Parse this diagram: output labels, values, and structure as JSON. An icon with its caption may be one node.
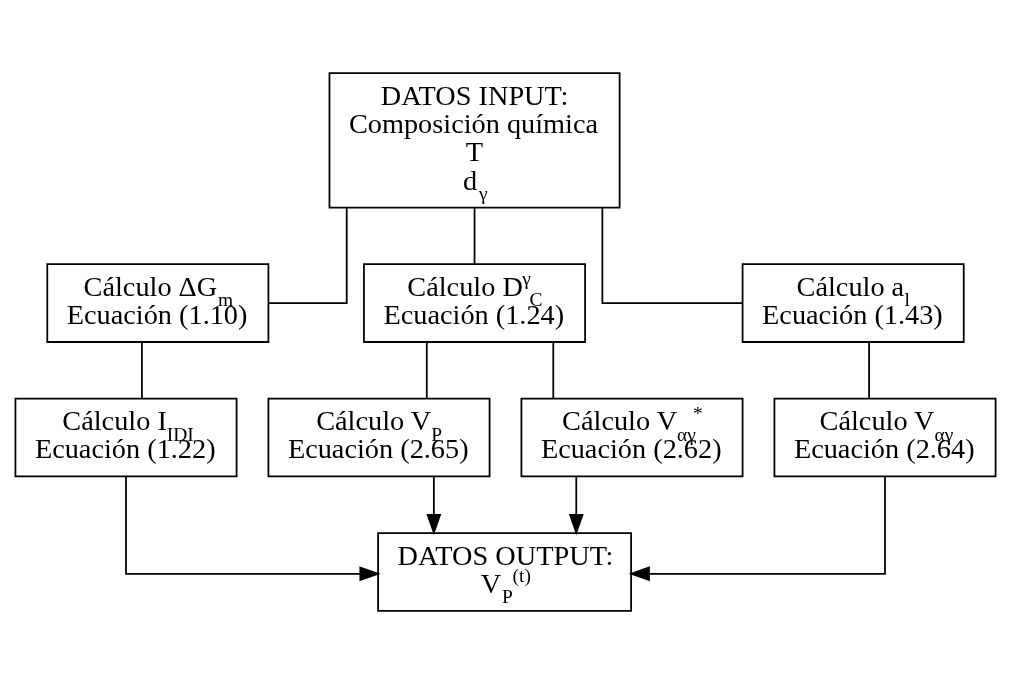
{
  "diagram": {
    "nodes": [
      {
        "text": [
          "DATOS INPUT:",
          "Composición química",
          "T",
          "d$_{γ}$"
        ]
      },
      {
        "text": [
          "Cálculo ΔG$_{m}$",
          "Ecuación (1.10)"
        ]
      },
      {
        "text": [
          "Cálculo D$^{γ}$$_{C}$",
          "Ecuación (1.24)"
        ]
      },
      {
        "text": [
          "Cálculo a$_{l}$",
          "Ecuación (1.43)"
        ]
      },
      {
        "text": [
          "Cálculo I$_{IDI}$",
          "Ecuación (1.22)"
        ]
      },
      {
        "text": [
          "Cálculo V$_{P}$",
          "Ecuación (2.65)"
        ]
      },
      {
        "text": [
          "Cálculo V$_{αγ}$$^{*}$",
          "Ecuación (2.62)"
        ]
      },
      {
        "text": [
          "Cálculo V$_{αγ}$",
          "Ecuación (2.64)"
        ]
      },
      {
        "text": [
          "DATOS OUTPUT:",
          "V$_{P}$$^{(t)}$"
        ]
      }
    ],
    "edges": [
      {
        "from": 0,
        "to": 1,
        "arrow": "none"
      },
      {
        "from": 0,
        "to": 2,
        "arrow": "none"
      },
      {
        "from": 0,
        "to": 3,
        "arrow": "none"
      },
      {
        "from": 1,
        "to": 4,
        "arrow": "none"
      },
      {
        "from": 2,
        "to": 5,
        "arrow": "none"
      },
      {
        "from": 2,
        "to": 6,
        "arrow": "none"
      },
      {
        "from": 3,
        "to": 7,
        "arrow": "none"
      },
      {
        "from": 4,
        "to": 8,
        "arrow": "to"
      },
      {
        "from": 5,
        "to": 8,
        "arrow": "to"
      },
      {
        "from": 6,
        "to": 8,
        "arrow": "to"
      },
      {
        "from": 7,
        "to": 8,
        "arrow": "to"
      }
    ]
  }
}
